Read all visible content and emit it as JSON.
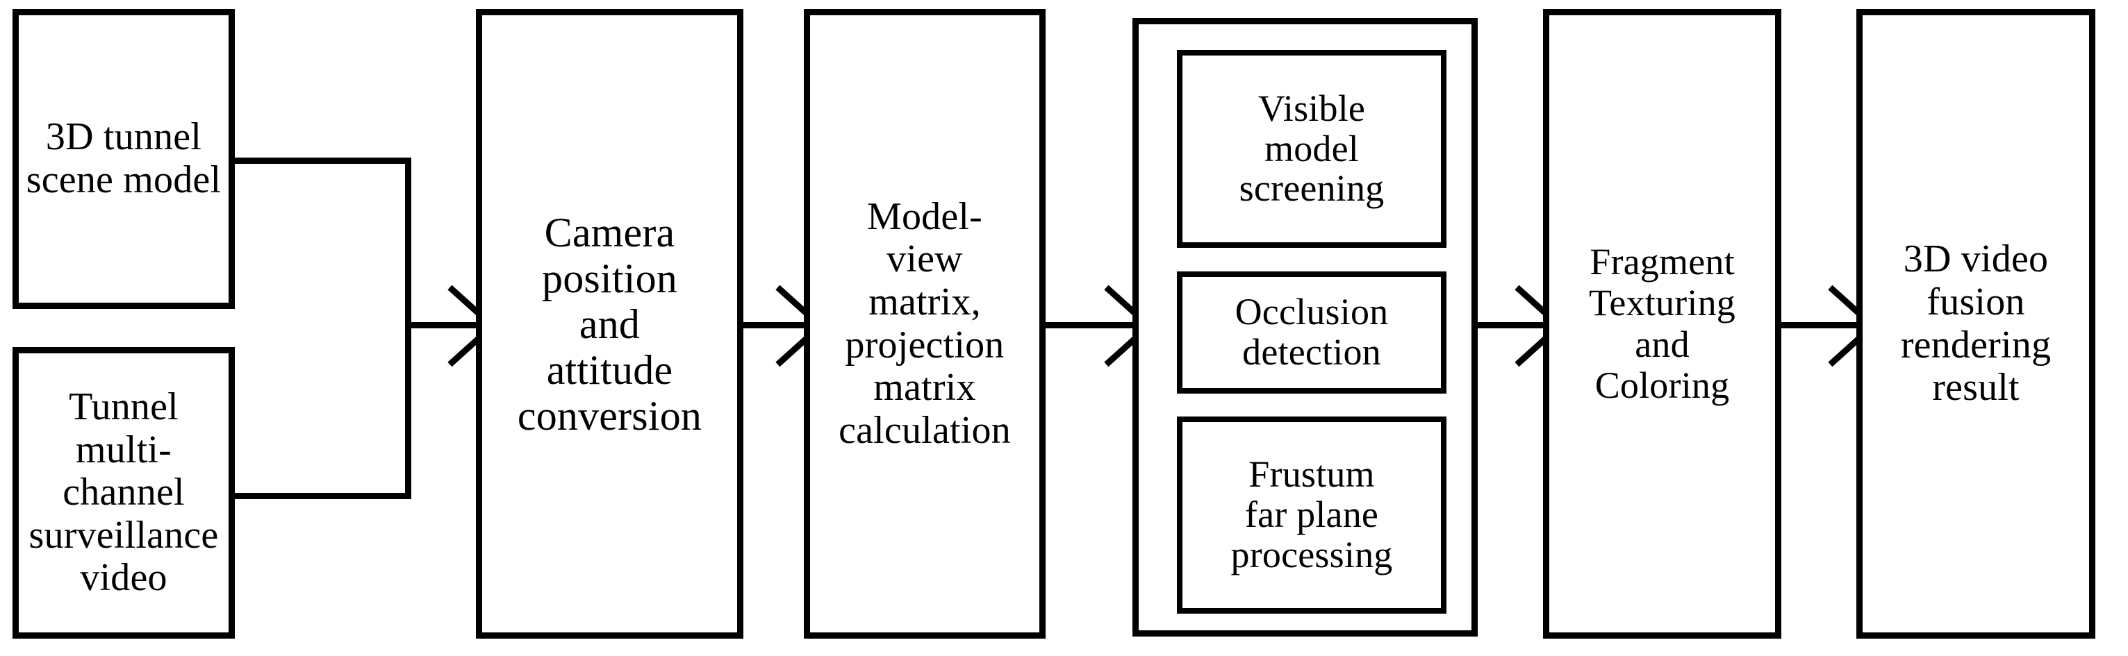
{
  "diagram": {
    "title": "3D video fusion rendering pipeline flowchart",
    "type": "flowchart",
    "orientation": "left-to-right",
    "background_color": "#ffffff",
    "line_color": "#000000",
    "text_color": "#000000"
  },
  "nodes": {
    "scene_model": "3D tunnel\nscene model",
    "surveillance": "Tunnel multi-\nchannel\nsurveillance\nvideo",
    "camera": "Camera\nposition\nand\nattitude\nconversion",
    "matrix": "Model-\nview\nmatrix,\nprojection\nmatrix\ncalculation",
    "visible_model_screening": "Visible\nmodel\nscreening",
    "occlusion_detection": "Occlusion\ndetection",
    "frustum_far_plane": "Frustum\nfar plane\nprocessing",
    "fragment": "Fragment\nTexturing\nand\nColoring",
    "result": "3D video\nfusion\nrendering\nresult"
  },
  "edges": [
    {
      "from": "scene_model",
      "to": "camera",
      "style": "elbow-merge",
      "arrow": true
    },
    {
      "from": "surveillance",
      "to": "camera",
      "style": "elbow-merge",
      "arrow": true
    },
    {
      "from": "camera",
      "to": "matrix",
      "style": "straight",
      "arrow": true
    },
    {
      "from": "matrix",
      "to": "visibility_group",
      "style": "straight",
      "arrow": true
    },
    {
      "from": "visibility_group",
      "to": "fragment",
      "style": "straight",
      "arrow": true
    },
    {
      "from": "fragment",
      "to": "result",
      "style": "straight",
      "arrow": true
    }
  ]
}
